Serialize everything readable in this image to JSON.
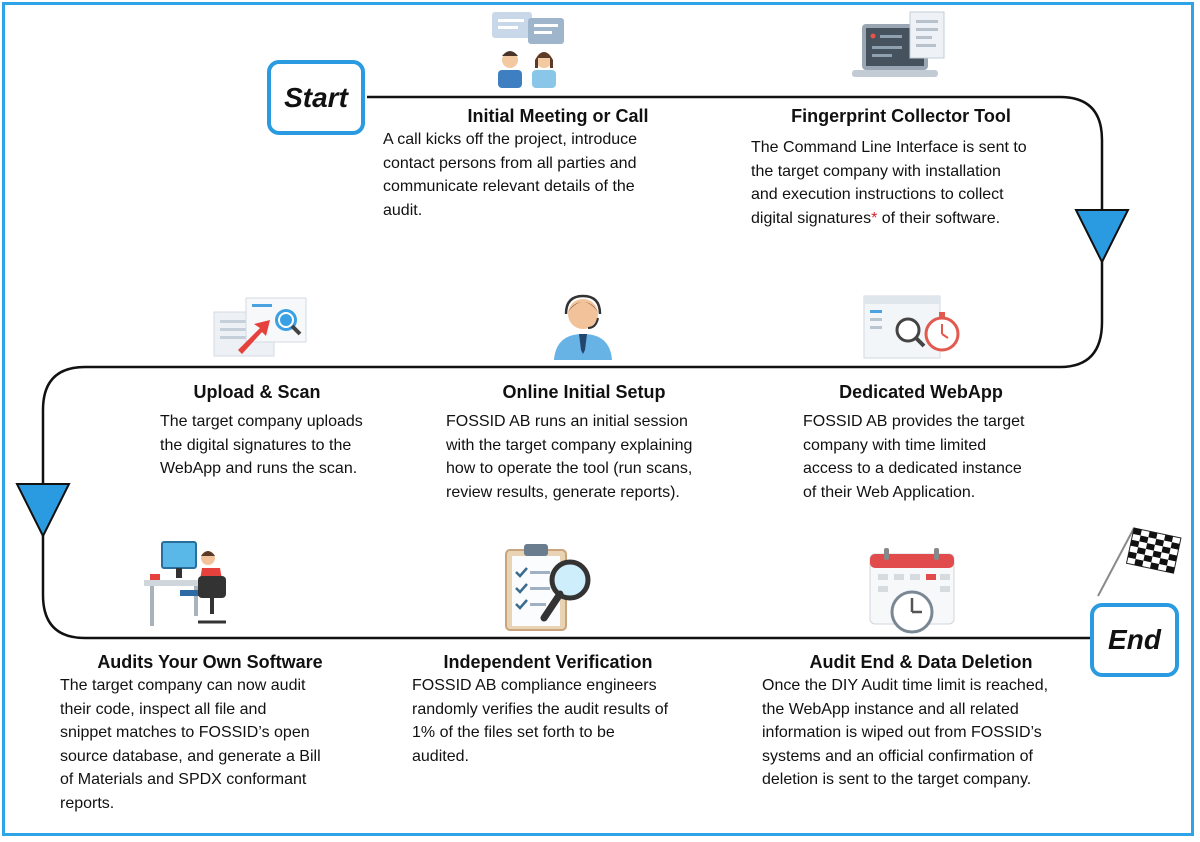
{
  "terminals": {
    "start": "Start",
    "end": "End"
  },
  "steps": [
    {
      "id": "initial-meeting",
      "title": "Initial Meeting or Call",
      "lines": [
        "A call kicks off the project, introduce",
        "contact persons from all parties and",
        "communicate relevant details of the",
        "audit."
      ]
    },
    {
      "id": "fingerprint-collector",
      "title": "Fingerprint Collector Tool",
      "lines": [
        "The Command Line Interface is sent to",
        "the target company with installation",
        "and execution instructions to collect"
      ],
      "last_line_prefix": "digital signatures",
      "asterisk": "*",
      "last_line_suffix": " of their software."
    },
    {
      "id": "upload-scan",
      "title": "Upload & Scan",
      "lines": [
        "The target company uploads",
        "the digital signatures to the",
        "WebApp and runs the scan."
      ]
    },
    {
      "id": "online-setup",
      "title": "Online Initial Setup",
      "lines": [
        "FOSSID AB runs an initial session",
        "with the target company explaining",
        "how to operate the tool (run scans,",
        "review results, generate reports)."
      ]
    },
    {
      "id": "dedicated-webapp",
      "title": "Dedicated WebApp",
      "lines": [
        "FOSSID AB provides the target",
        "company with time limited",
        "access to a dedicated instance",
        "of their Web Application."
      ]
    },
    {
      "id": "audits-own-software",
      "title": "Audits Your Own Software",
      "lines": [
        "The target company can now audit",
        "their code, inspect all file and",
        "snippet matches to FOSSID’s open",
        "source database, and generate a Bill",
        "of Materials and SPDX conformant",
        "reports."
      ]
    },
    {
      "id": "independent-verification",
      "title": "Independent Verification",
      "lines": [
        "FOSSID AB compliance engineers",
        "randomly verifies the audit results of",
        "1% of the files set forth to be",
        "audited."
      ]
    },
    {
      "id": "audit-end",
      "title": "Audit End & Data Deletion",
      "lines": [
        "Once the DIY Audit time limit is reached,",
        "the WebApp instance and all related",
        "information is wiped out from FOSSID’s",
        "systems and an official confirmation of",
        "deletion is sent to the target company."
      ]
    }
  ],
  "icons": [
    "meeting-icon",
    "laptop-document-icon",
    "upload-scan-icon",
    "support-agent-icon",
    "webapp-stopwatch-icon",
    "developer-desk-icon",
    "clipboard-magnifier-icon",
    "calendar-clock-icon",
    "checkered-flag-icon"
  ],
  "colors": {
    "frame": "#2ea3e6",
    "terminal_border": "#2a9be0",
    "arrow": "#2a9be0",
    "path": "#111111",
    "asterisk": "#d9232b"
  }
}
